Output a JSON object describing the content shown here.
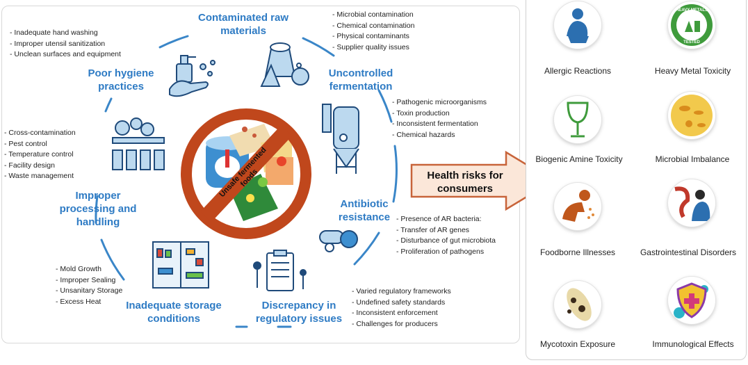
{
  "categories": {
    "contaminated_raw": "Contaminated raw materials",
    "poor_hygiene": "Poor hygiene practices",
    "uncontrolled_fermentation": "Uncontrolled fermentation",
    "improper_processing": "Improper processing and handling",
    "antibiotic_resistance": "Antibiotic resistance",
    "inadequate_storage": "Inadequate storage conditions",
    "regulatory_issues": "Discrepancy in regulatory issues"
  },
  "lists": {
    "hygiene": [
      "- Inadequate hand washing",
      "- Improper utensil sanitization",
      "- Unclean surfaces and equipment"
    ],
    "raw": [
      "- Microbial contamination",
      "- Chemical contamination",
      "- Physical contaminants",
      "- Supplier quality issues"
    ],
    "fermentation": [
      "- Pathogenic microorganisms",
      "- Toxin production",
      "- Inconsistent fermentation",
      "- Chemical hazards"
    ],
    "processing": [
      "- Cross-contamination",
      "- Pest control",
      "- Temperature control",
      "- Facility design",
      "- Waste management"
    ],
    "antibiotic": [
      "- Presence of AR bacteria:",
      "- Transfer of AR genes",
      "- Disturbance of gut microbiota",
      "- Proliferation of pathogens"
    ],
    "storage": [
      "- Mold Growth",
      "- Improper Sealing",
      "- Unsanitary Storage",
      "- Excess Heat"
    ],
    "regulatory": [
      "- Varied regulatory frameworks",
      "- Undefined safety standards",
      "- Inconsistent enforcement",
      "- Challenges for producers"
    ]
  },
  "center": {
    "banner_text": "Unsafe fermented foods"
  },
  "arrow": {
    "label": "Health risks for consumers",
    "fill": "#fbe7d9",
    "stroke": "#c8643a"
  },
  "risks": [
    "Allergic Reactions",
    "Heavy Metal Toxicity",
    "Biogenic Amine Toxicity",
    "Microbial Imbalance",
    "Foodborne Illnesses",
    "Gastrointestinal Disorders",
    "Mycotoxin Exposure",
    "Immunological Effects"
  ],
  "badge": {
    "top": "HEAVY METALS",
    "bottom": "TESTED"
  },
  "colors": {
    "category_blue": "#2e7bc4",
    "ring_blue": "#3a86c8",
    "icon_navy": "#1f4a7a",
    "ban_red": "#c0471c"
  }
}
